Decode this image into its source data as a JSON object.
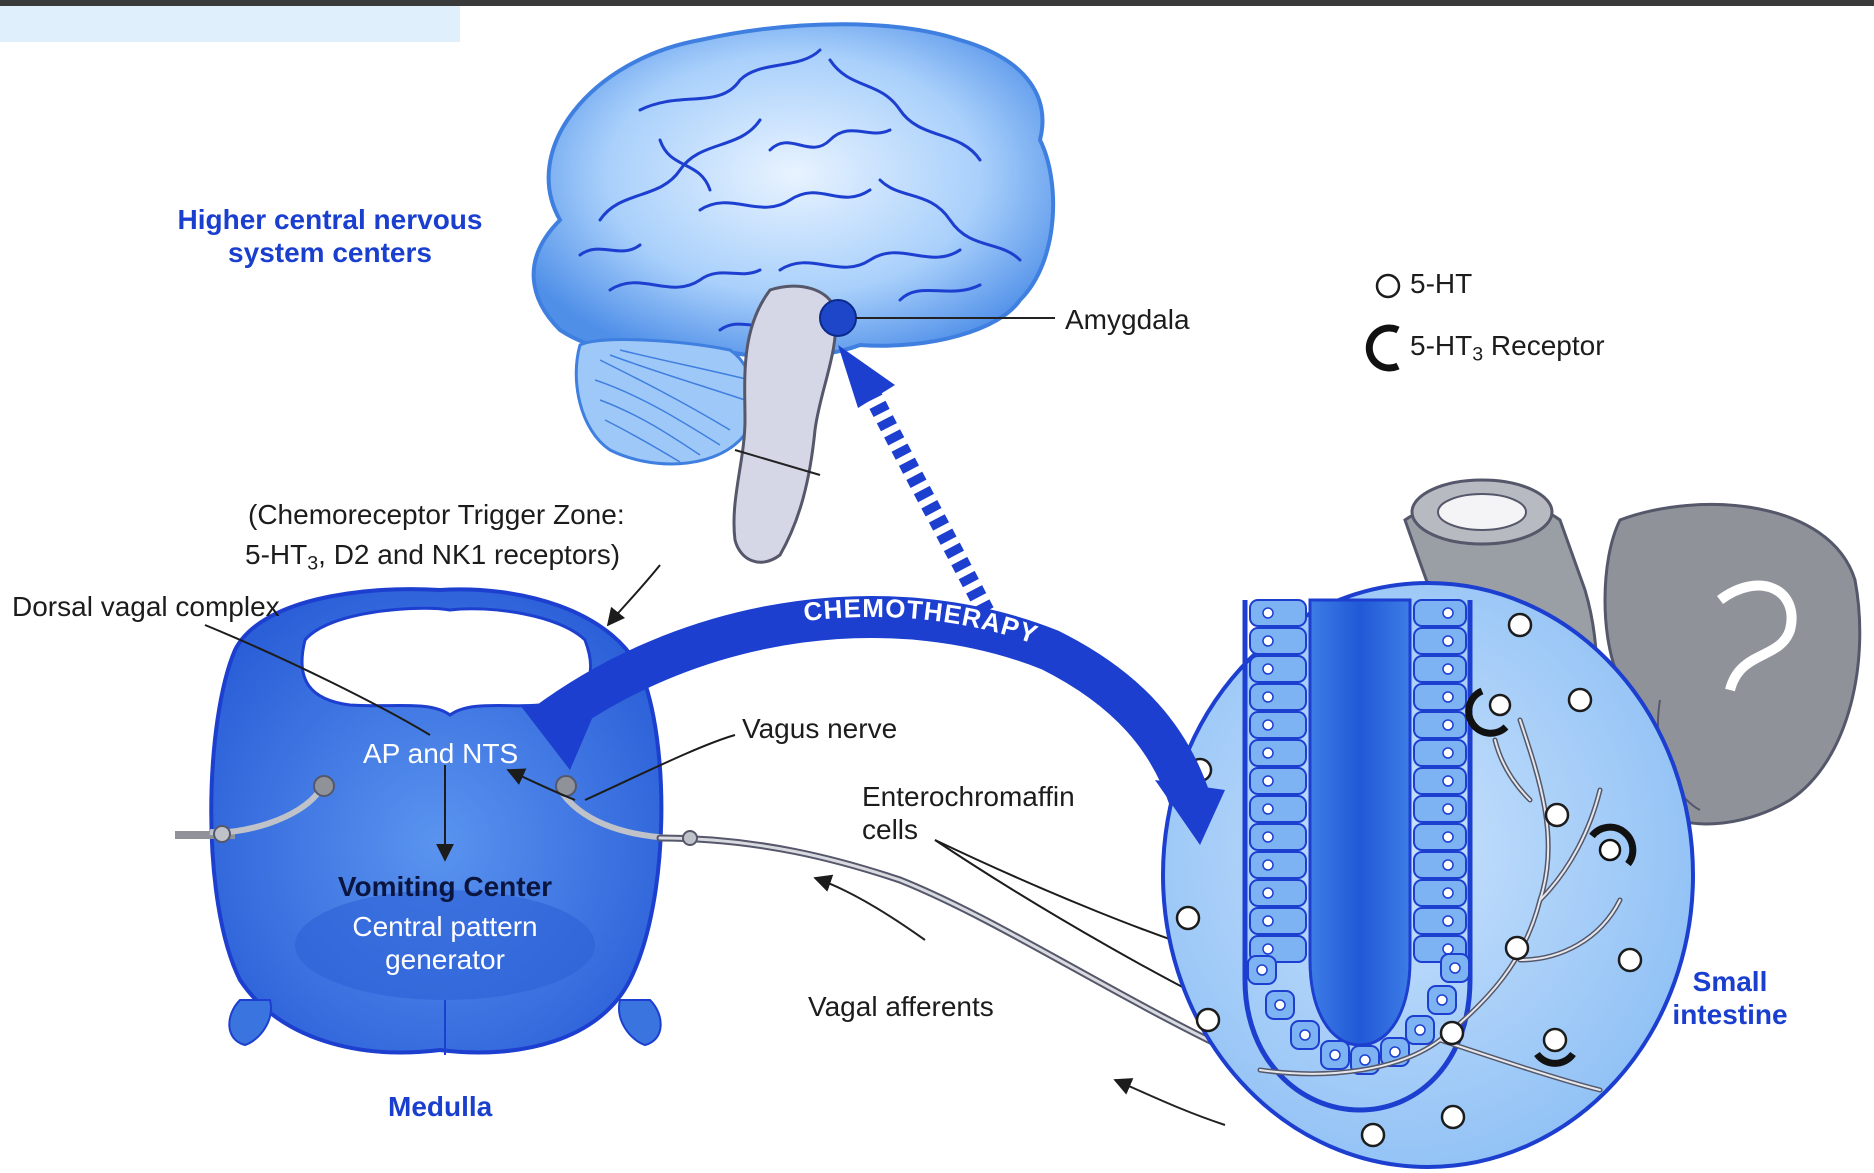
{
  "labels": {
    "higher_cns": "Higher central nervous system centers",
    "amygdala": "Amygdala",
    "ctz_line1": "(Chemoreceptor Trigger Zone:",
    "ctz_line2_prefix": "5-HT",
    "ctz_line2_sub": "3",
    "ctz_line2_suffix": ", D2 and NK1 receptors)",
    "dorsal_vagal_complex": "Dorsal vagal complex",
    "ap_nts": "AP and NTS",
    "vomiting_center": "Vomiting Center",
    "central_pattern_generator": "Central pattern generator",
    "medulla": "Medulla",
    "vagus_nerve": "Vagus nerve",
    "enterochromaffin_cells": "Enterochromaffin cells",
    "vagal_afferents": "Vagal afferents",
    "small_intestine": "Small intestine",
    "chemotherapy": "CHEMOTHERAPY"
  },
  "legend": {
    "serotonin": "5-HT",
    "receptor_prefix": "5-HT",
    "receptor_sub": "3",
    "receptor_suffix": " Receptor"
  },
  "colors": {
    "brain_fill": "#6aa8ee",
    "medulla_fill": "#3a74df",
    "chemo_arrow": "#1d3fd0",
    "label_blue": "#1a3fcf",
    "gut_grey": "#8f9399"
  }
}
